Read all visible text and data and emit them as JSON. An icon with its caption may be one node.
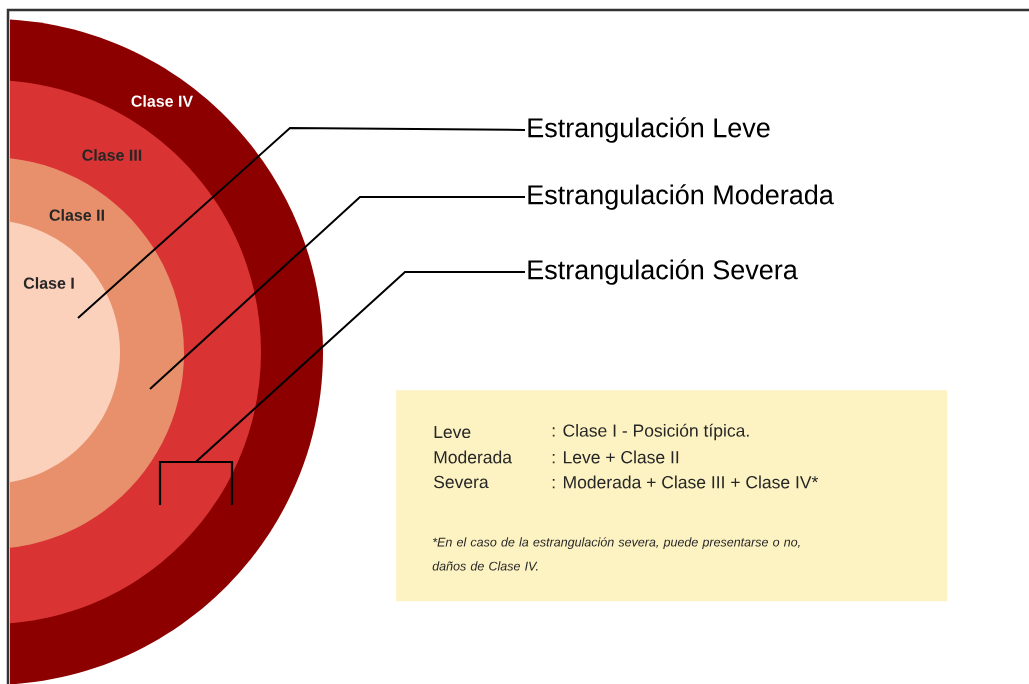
{
  "diagram": {
    "nodes": [
      {
        "text": [
          "Clase IV"
        ]
      },
      {
        "text": [
          "Clase III"
        ],
        "in": 0
      },
      {
        "text": [
          "Clase II"
        ],
        "in": 1
      },
      {
        "text": [
          "Clase I"
        ],
        "in": 2
      },
      {
        "text": [
          "Estrangulación Leve"
        ]
      },
      {
        "text": [
          "Estrangulación Moderada"
        ]
      },
      {
        "text": [
          "Estrangulación Severa"
        ]
      },
      {
        "text": [],
        "shape": "bracket",
        "in": 1
      },
      {
        "text": [
          "Leve",
          ": Clase I - Posición típica.",
          "Moderada",
          ": Leve + Clase II",
          "Severa",
          ": Moderada + Clase III + Clase IV*",
          "*En el caso de la estrangulación severa, puede presentarse o no, daños de Clase IV."
        ]
      }
    ],
    "edges": [
      {
        "from": 4,
        "to": 3,
        "arrow": "none"
      },
      {
        "from": 5,
        "to": 2,
        "arrow": "none"
      },
      {
        "from": 6,
        "to": 7,
        "arrow": "none"
      }
    ]
  }
}
